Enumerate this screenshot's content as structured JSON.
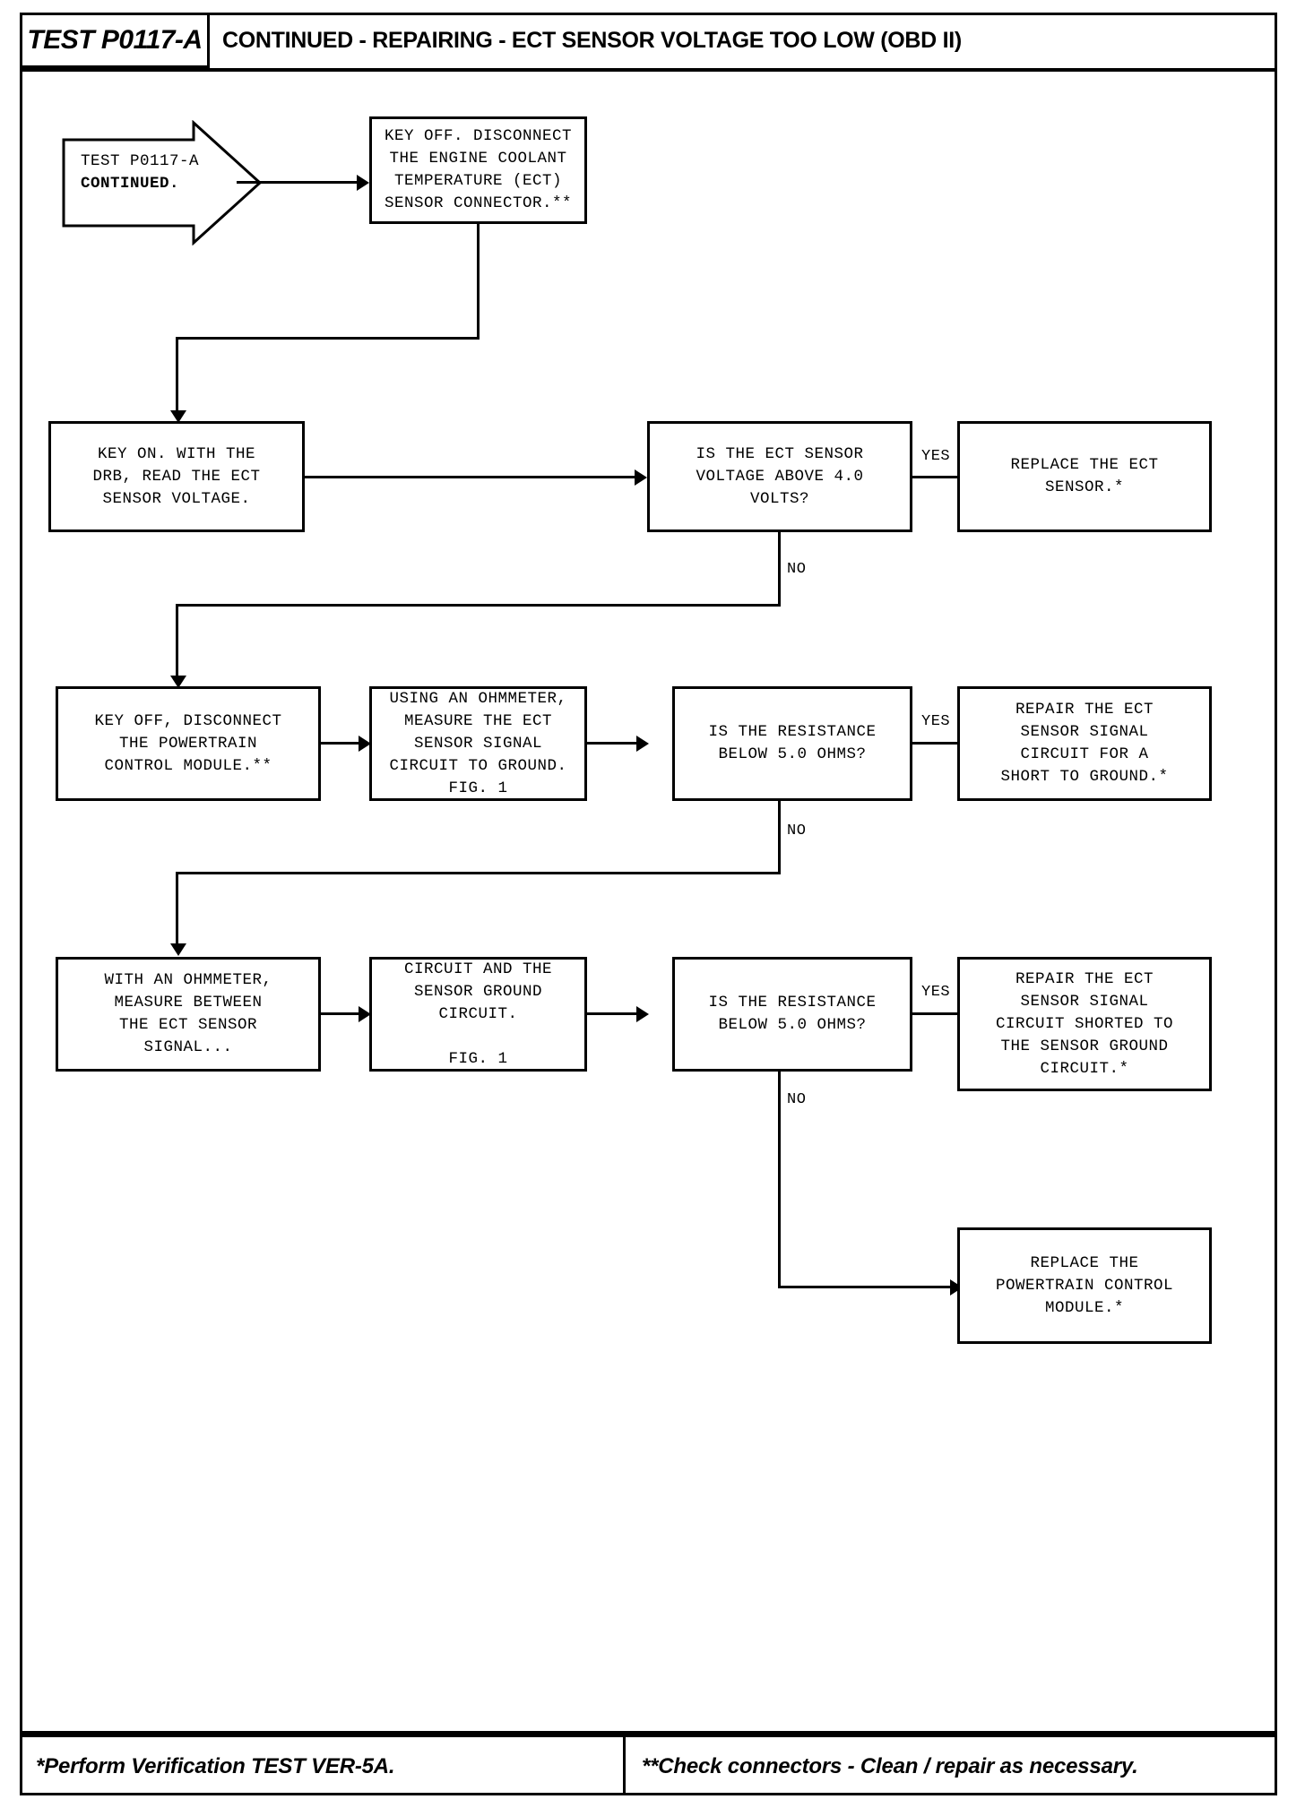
{
  "header": {
    "test_id": "TEST P0117-A",
    "title": "CONTINUED - REPAIRING - ECT SENSOR VOLTAGE TOO LOW (OBD II)"
  },
  "flow": {
    "start": {
      "line1": "TEST P0117-A",
      "line2": "CONTINUED."
    },
    "nodes": {
      "disconnect_ect": "KEY OFF. DISCONNECT\nTHE ENGINE COOLANT\nTEMPERATURE (ECT)\nSENSOR CONNECTOR.**",
      "read_voltage": "KEY ON. WITH THE\nDRB, READ THE ECT\nSENSOR VOLTAGE.",
      "decision_voltage": "IS THE ECT SENSOR\nVOLTAGE ABOVE 4.0\nVOLTS?",
      "replace_ect": "REPLACE THE ECT\nSENSOR.*",
      "disconnect_pcm": "KEY OFF, DISCONNECT\nTHE POWERTRAIN\nCONTROL MODULE.**",
      "measure_ground": "USING AN OHMMETER,\nMEASURE THE ECT\nSENSOR SIGNAL\nCIRCUIT TO GROUND.\nFIG. 1",
      "decision_res_1": "IS THE RESISTANCE\nBELOW 5.0 OHMS?",
      "repair_short_ground": "REPAIR THE ECT\nSENSOR SIGNAL\nCIRCUIT FOR A\nSHORT TO GROUND.*",
      "measure_between": "WITH AN OHMMETER,\nMEASURE BETWEEN\nTHE ECT SENSOR\nSIGNAL...",
      "circuit_sensor_ground": "CIRCUIT AND THE\nSENSOR GROUND\nCIRCUIT.\n\nFIG. 1",
      "decision_res_2": "IS THE RESISTANCE\nBELOW 5.0 OHMS?",
      "repair_shorted_sensor_ground": "REPAIR THE ECT\nSENSOR SIGNAL\nCIRCUIT SHORTED TO\nTHE SENSOR GROUND\nCIRCUIT.*",
      "replace_pcm": "REPLACE THE\nPOWERTRAIN CONTROL\nMODULE.*"
    },
    "branches": {
      "yes_1": "YES",
      "no_1": "NO",
      "yes_2": "YES",
      "no_2": "NO",
      "yes_3": "YES",
      "no_3": "NO"
    }
  },
  "footer": {
    "left": "*Perform Verification TEST VER-5A.",
    "right": "**Check connectors - Clean / repair as necessary."
  }
}
